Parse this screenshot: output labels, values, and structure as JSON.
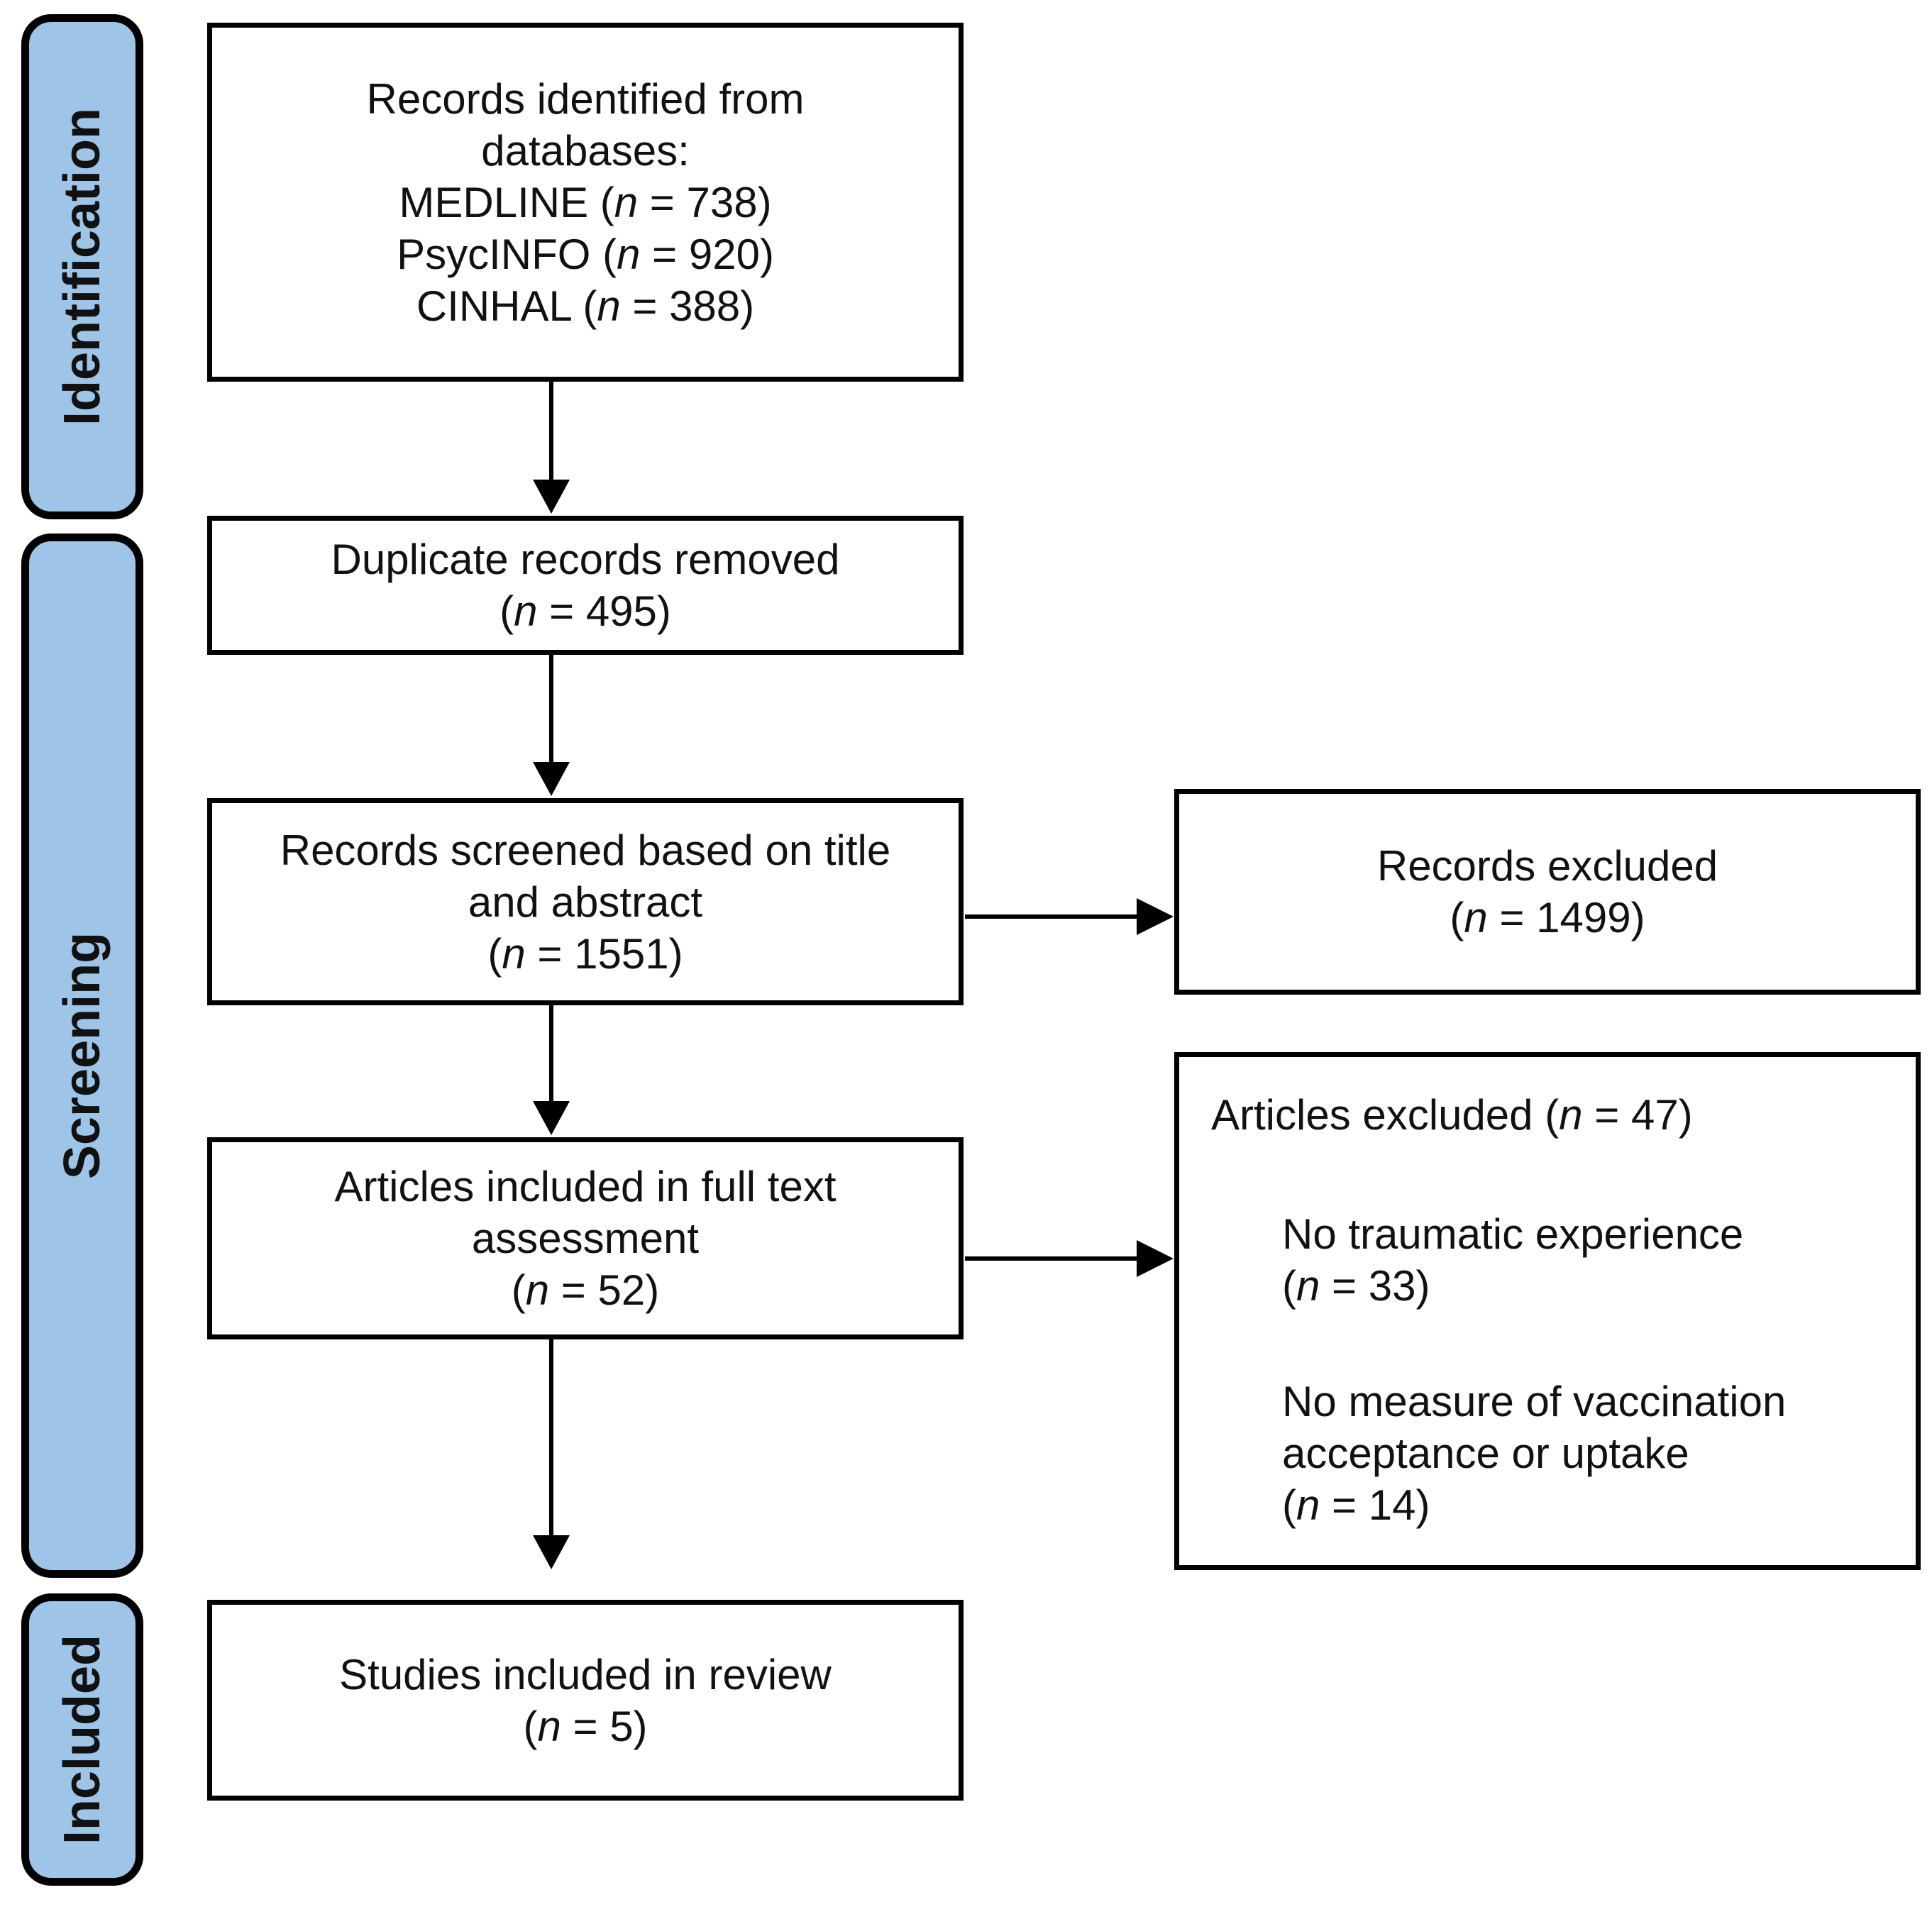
{
  "figure": {
    "type": "prisma-flow-diagram",
    "stages": [
      {
        "label": "Identification"
      },
      {
        "label": "Screening"
      },
      {
        "label": "Included"
      }
    ],
    "boxes": {
      "records_identified": {
        "lines": [
          "Records identified from",
          "databases:",
          "MEDLINE (n = 738)",
          "PsycINFO (n = 920)",
          "CINHAL (n = 388)"
        ]
      },
      "duplicates_removed": {
        "lines": [
          "Duplicate records removed",
          "(n = 495)"
        ]
      },
      "records_screened": {
        "lines": [
          "Records screened based on title",
          "and abstract",
          "(n = 1551)"
        ]
      },
      "full_text_assessment": {
        "lines": [
          "Articles included in full text",
          "assessment",
          "(n = 52)"
        ]
      },
      "studies_included": {
        "lines": [
          "Studies included in review",
          "(n = 5)"
        ]
      },
      "records_excluded": {
        "lines": [
          "Records excluded",
          "(n = 1499)"
        ]
      },
      "articles_excluded": {
        "title": "Articles excluded (n = 47)",
        "reasons": [
          {
            "lines": [
              "No traumatic experience",
              "(n = 33)"
            ]
          },
          {
            "lines": [
              "No measure of vaccination",
              "acceptance or uptake",
              "(n = 14)"
            ]
          }
        ]
      }
    },
    "colors": {
      "stage_fill": "#9EC4E7",
      "border": "#000000",
      "text": "#111111"
    }
  }
}
